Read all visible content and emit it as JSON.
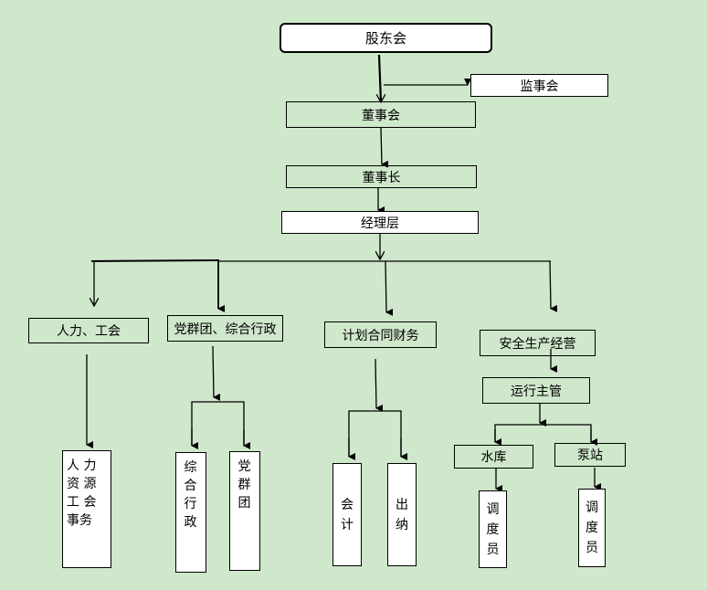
{
  "colors": {
    "background": "#cfe7cb",
    "box_white": "#ffffff",
    "line": "#000000"
  },
  "nodes": {
    "shareholders": "股东会",
    "supervisory_board": "监事会",
    "board": "董事会",
    "chairman": "董事长",
    "management": "经理层",
    "hr_union": "人力、工会",
    "party_admin": "党群团、综合行政",
    "planning_finance": "计划合同财务",
    "safety_operations": "安全生产经营",
    "operations_supervisor": "运行主管",
    "hr_affairs": "人 力\n资 源\n工 会\n事务",
    "general_admin": "综合行政",
    "party_groups": "党群团",
    "accountant": "会计",
    "cashier": "出纳",
    "reservoir": "水库",
    "pump_station": "泵站",
    "dispatcher_reservoir": "调度员",
    "dispatcher_pump": "调度员"
  }
}
